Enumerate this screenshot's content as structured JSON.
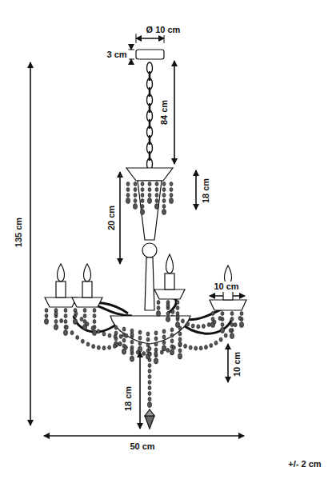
{
  "diagram": {
    "labels": [
      "Ø 10 cm",
      "3 cm",
      "84 cm",
      "18 cm",
      "20 cm",
      "135 cm",
      "10 cm",
      "10 cm",
      "18 cm",
      "50 cm",
      "+/- 2 cm"
    ]
  }
}
